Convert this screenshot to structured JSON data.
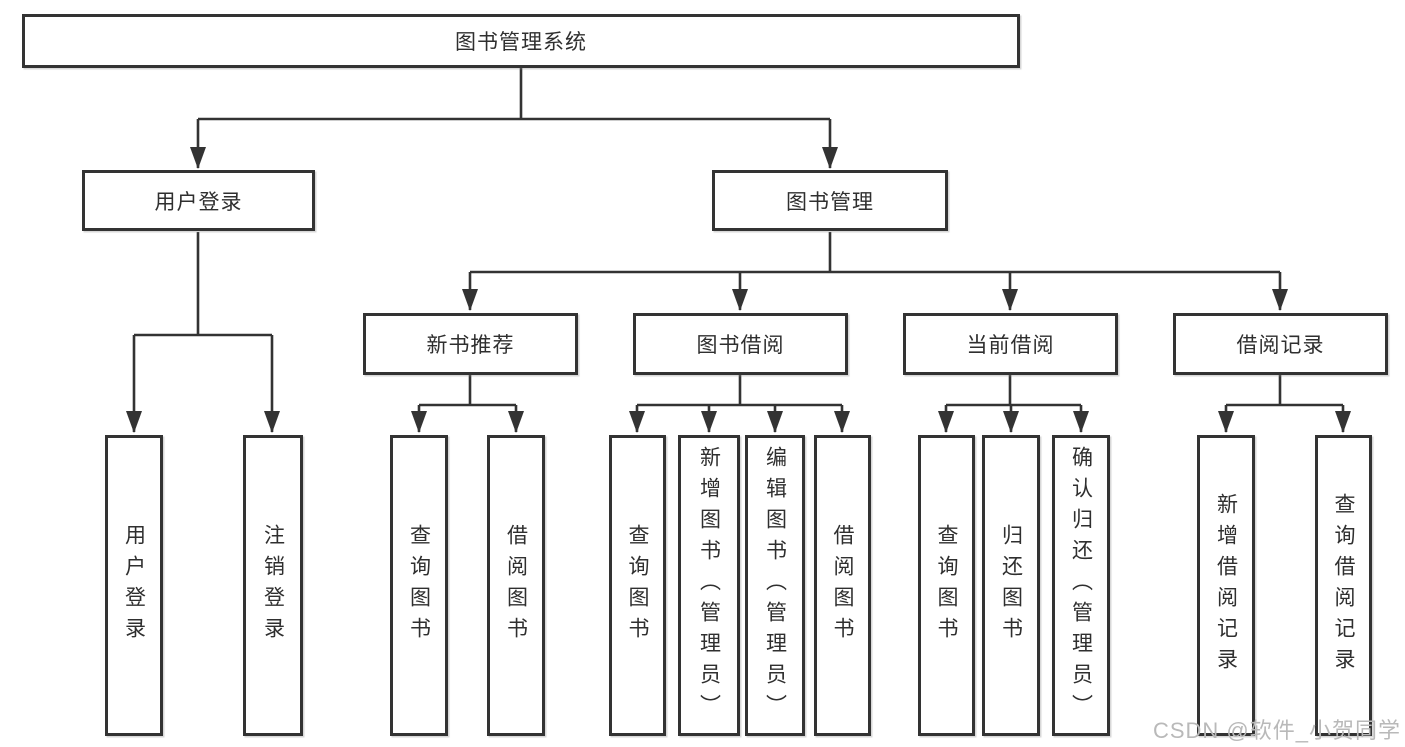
{
  "diagram_title": "图书管理系统",
  "nodes": {
    "root": "图书管理系统",
    "user_login": "用户登录",
    "book_mgmt": "图书管理",
    "new_book_rec": "新书推荐",
    "book_borrow": "图书借阅",
    "current_borrow": "当前借阅",
    "borrow_record": "借阅记录",
    "ul_login": "用户登录",
    "ul_logout": "注销登录",
    "nb_query": "查询图书",
    "nb_borrow": "借阅图书",
    "bb_query": "查询图书",
    "bb_add": "新增图书（管理员）",
    "bb_edit": "编辑图书（管理员）",
    "bb_borrow": "借阅图书",
    "cb_query": "查询图书",
    "cb_return": "归还图书",
    "cb_confirm": "确认归还（管理员）",
    "br_add": "新增借阅记录",
    "br_query": "查询借阅记录"
  },
  "tree": {
    "图书管理系统": {
      "用户登录": [
        "用户登录",
        "注销登录"
      ],
      "图书管理": {
        "新书推荐": [
          "查询图书",
          "借阅图书"
        ],
        "图书借阅": [
          "查询图书",
          "新增图书（管理员）",
          "编辑图书（管理员）",
          "借阅图书"
        ],
        "当前借阅": [
          "查询图书",
          "归还图书",
          "确认归还（管理员）"
        ],
        "借阅记录": [
          "新增借阅记录",
          "查询借阅记录"
        ]
      }
    }
  },
  "watermark": "CSDN @软件_小贺同学",
  "colors": {
    "line": "#333333",
    "text": "#2f2f2f",
    "watermark": "#b9b9b9",
    "background": "#ffffff"
  }
}
